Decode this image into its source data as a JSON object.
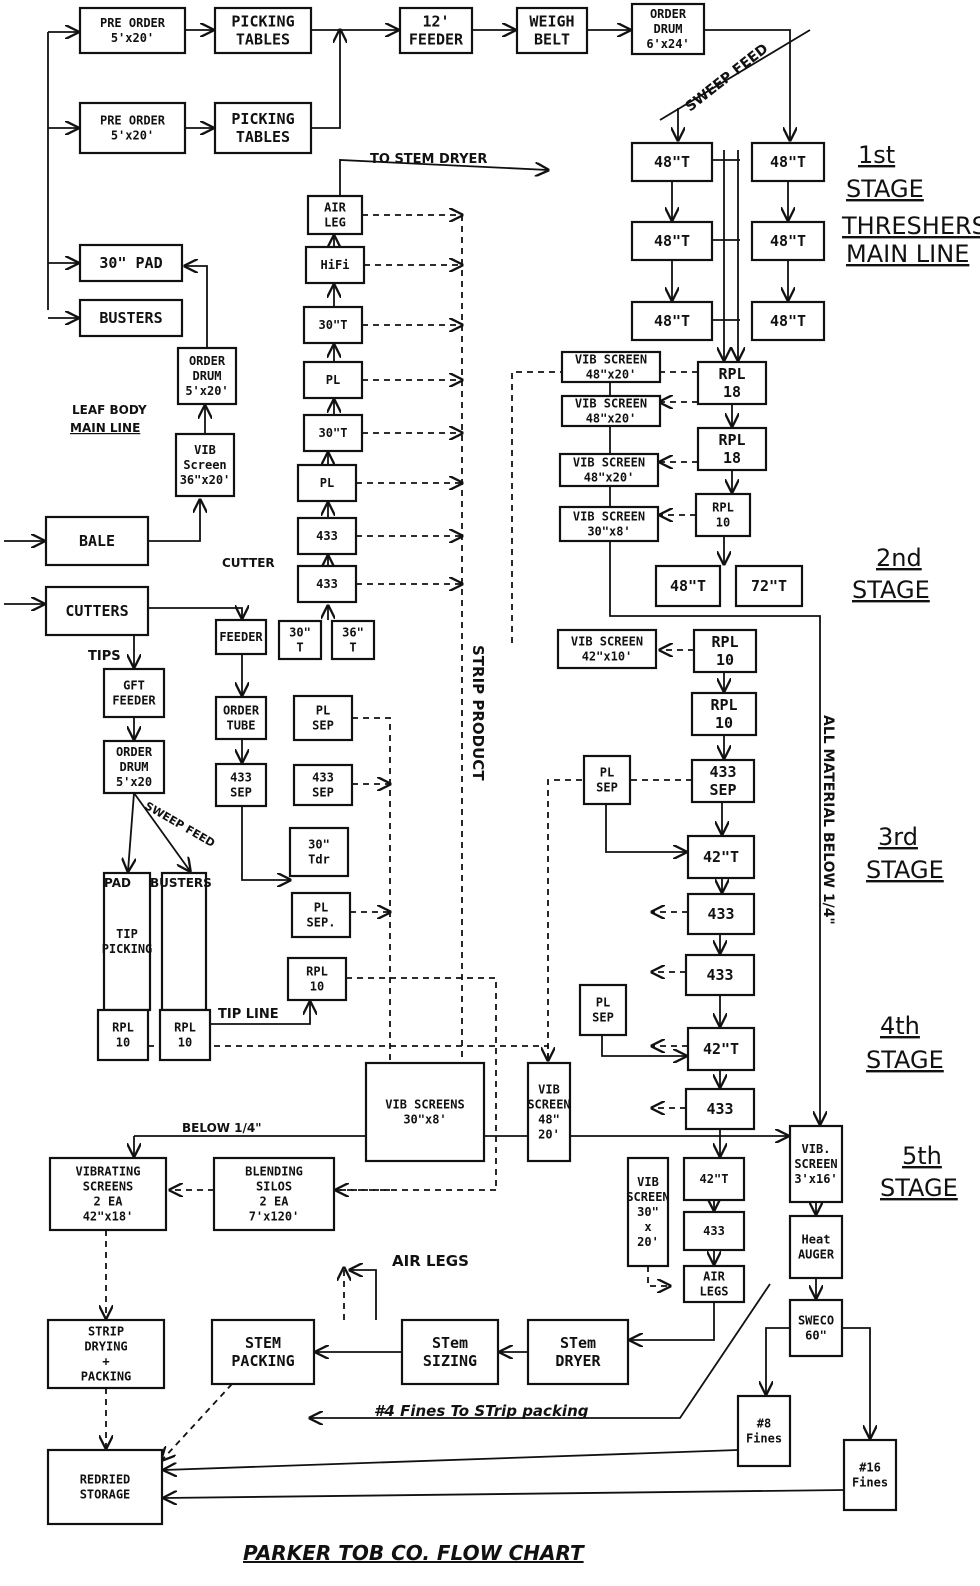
{
  "title": "PARKER TOB CO. FLOW CHART",
  "boxes": {
    "pre_order_1": "PRE ORDER|5'x20'",
    "picking_tables_1": "PICKING|TABLES",
    "feeder_12": "12'|FEEDER",
    "weigh_belt": "WEIGH|BELT",
    "order_drum_top": "ORDER|DRUM|6'x24'",
    "pre_order_2": "PRE ORDER|5'x20'",
    "picking_tables_2": "PICKING|TABLES",
    "pad_30": "30\" PAD",
    "busters": "BUSTERS",
    "order_drum_5x20": "ORDER|DRUM|5'x20'",
    "vib_screen_36": "VIB|Screen|36\"x20'",
    "bale": "BALE",
    "cutters": "CUTTERS",
    "feeder_left": "FEEDER",
    "order_tube": "ORDER|TUBE",
    "sep_433_left": "433|SEP",
    "gft_feeder": "GFT|FEEDER",
    "order_drum_5x20b": "ORDER|DRUM|5'x20",
    "tip_picking": "TIP|PICKING",
    "busters_box": "",
    "rpl10_a": "RPL|10",
    "rpl10_b": "RPL|10",
    "air_leg": "AIR|LEG",
    "hifi": "HiFi",
    "t30_a": "30\"T",
    "pl_a": "PL",
    "t30_b": "30\"T",
    "pl_b": "PL",
    "m433_a": "433",
    "m433_b": "433",
    "t30_small": "30\"|T",
    "t36_small": "36\"|T",
    "pl_sep_a": "PL|SEP",
    "sep_433_mid": "433|SEP",
    "tdr_30": "30\"|Tdr",
    "pl_sep_b": "PL|SEP.",
    "rpl10_mid": "RPL|10",
    "t48_1": "48\"T",
    "t48_2": "48\"T",
    "t48_3": "48\"T",
    "t48_4": "48\"T",
    "t48_5": "48\"T",
    "t48_6": "48\"T",
    "vib_48x20_a": "VIB SCREEN|48\"x20'",
    "vib_48x20_b": "VIB SCREEN|48\"x20'",
    "vib_48x20_c": "VIB SCREEN|48\"x20'",
    "vib_30x8": "VIB SCREEN|30\"x8'",
    "rpl18_a": "RPL|18",
    "rpl18_b": "RPL|18",
    "rpl10_c": "RPL|10",
    "t48_s2": "48\"T",
    "t72_s2": "72\"T",
    "vib_42x10": "VIB SCREEN|42\"x10'",
    "rpl10_d": "RPL|10",
    "rpl10_e": "RPL|10",
    "pl_sep_r1": "PL|SEP",
    "sep_433_r": "433|SEP",
    "t42_a": "42\"T",
    "r433_a": "433",
    "r433_b": "433",
    "pl_sep_r2": "PL|SEP",
    "t42_b": "42\"T",
    "r433_c": "433",
    "vib_screens_30x8": "VIB SCREENS|30\"x8'",
    "vib_screen_48x20": "VIB|SCREEN|48\"|20'",
    "vib_42x18": "VIBRATING|SCREENS|2 EA|42\"x18'",
    "blending_silos": "BLENDING|SILOS|2 EA|7'x120'",
    "vib_30x20": "VIB|SCREEN|30\"|x|20'",
    "t42_c": "42\"T",
    "r433_d": "433",
    "air_legs_r": "AIR|LEGS",
    "vib_3x16": "VIB.|SCREEN|3'x16'",
    "heat_auger": "Heat|AUGER",
    "sweco_60": "SWECO|60\"",
    "strip_drying": "STRIP|DRYING|+|PACKING",
    "stem_packing": "STEM|PACKING",
    "stem_sizing": "STem|SIZING",
    "stem_dryer": "STem|DRYER",
    "fines_8": "#8|Fines",
    "fines_16": "#16|Fines",
    "redried_storage": "REDRIED|STORAGE"
  },
  "labels": {
    "sweep_feed_top": "SWEEP FEED",
    "to_stem_dryer": "TO STEM DRYER",
    "leaf_body": "LEAF BODY",
    "main_line": "MAIN LINE",
    "cutter": "CUTTER",
    "tips": "TIPS",
    "sweep_feed_left": "SWEEP FEED",
    "pad": "PAD",
    "busters": "BUSTERS",
    "tip_line": "TIP LINE",
    "strip_product": "STRIP PRODUCT",
    "all_material": "ALL MATERIAL BELOW 1/4\"",
    "below_quarter": "BELOW 1/4\"",
    "air_legs": "AIR LEGS",
    "fines_to_strip": "#4 Fines To STrip packing"
  },
  "stages": {
    "s1": "1st",
    "s1b": "STAGE",
    "threshers": "THRESHERS",
    "main_line": "MAIN LINE",
    "s2": "2nd",
    "s2b": "STAGE",
    "s3": "3rd",
    "s3b": "STAGE",
    "s4": "4th",
    "s4b": "STAGE",
    "s5": "5th",
    "s5b": "STAGE"
  }
}
